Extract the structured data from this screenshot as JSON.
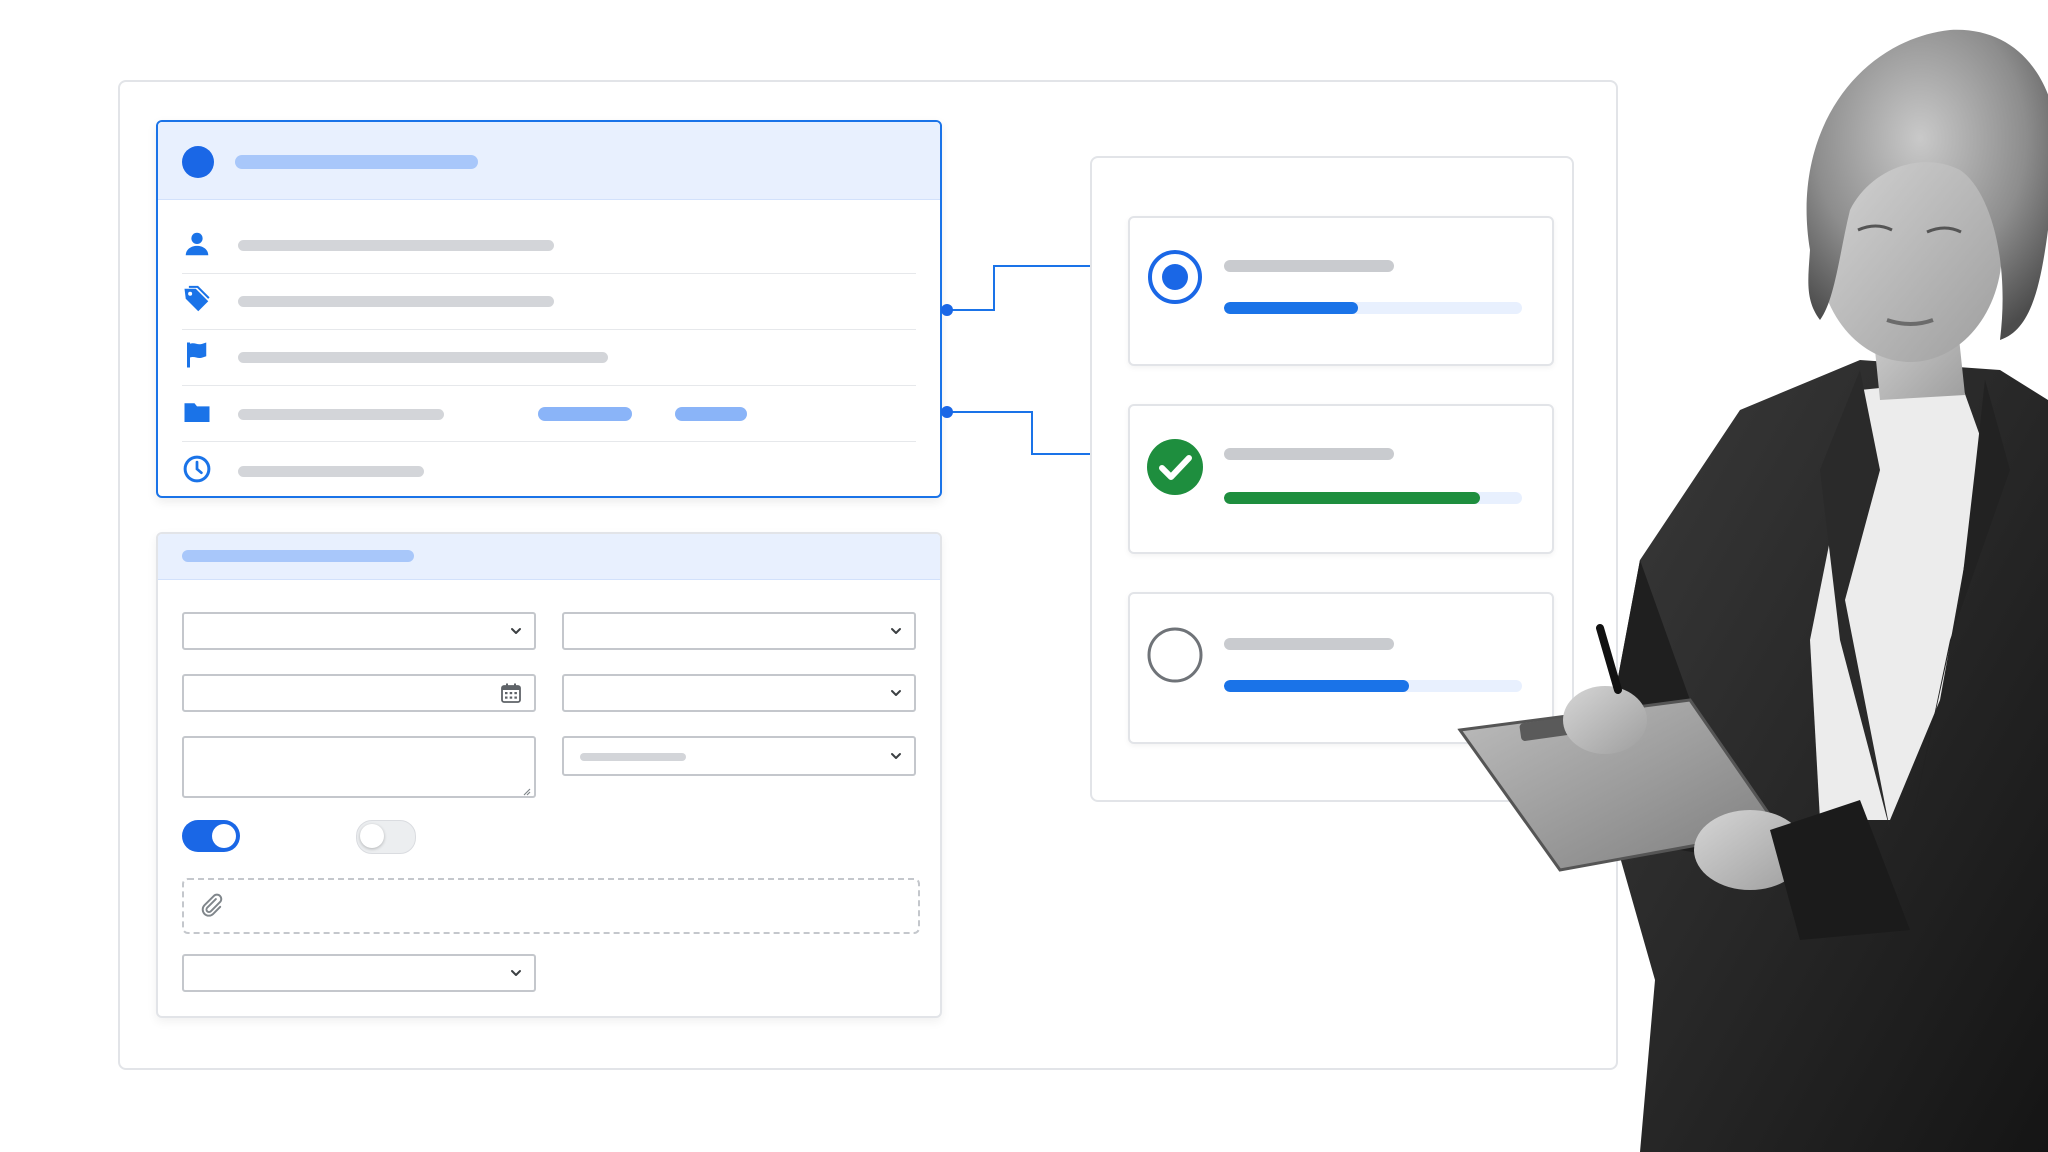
{
  "colors": {
    "accent": "#1a73e8",
    "accent_light": "#e8f0fe",
    "success": "#1e8e3e",
    "skeleton": "#d3d5d9",
    "border": "#e2e4e8"
  },
  "detail_card": {
    "rows": [
      {
        "icon": "person-icon"
      },
      {
        "icon": "tag-icon"
      },
      {
        "icon": "flag-icon"
      },
      {
        "icon": "folder-icon"
      },
      {
        "icon": "clock-icon"
      }
    ]
  },
  "form_card": {
    "toggles": [
      {
        "state": "on"
      },
      {
        "state": "off"
      }
    ],
    "attachment_icon": "paperclip-icon",
    "calendar_icon": "calendar-icon"
  },
  "status_list": {
    "items": [
      {
        "state": "in-progress",
        "icon": "radio-selected-icon",
        "progress_percent": 45
      },
      {
        "state": "complete",
        "icon": "check-circle-icon",
        "progress_percent": 86
      },
      {
        "state": "not-started",
        "icon": "radio-empty-icon",
        "progress_percent": 62
      }
    ]
  }
}
